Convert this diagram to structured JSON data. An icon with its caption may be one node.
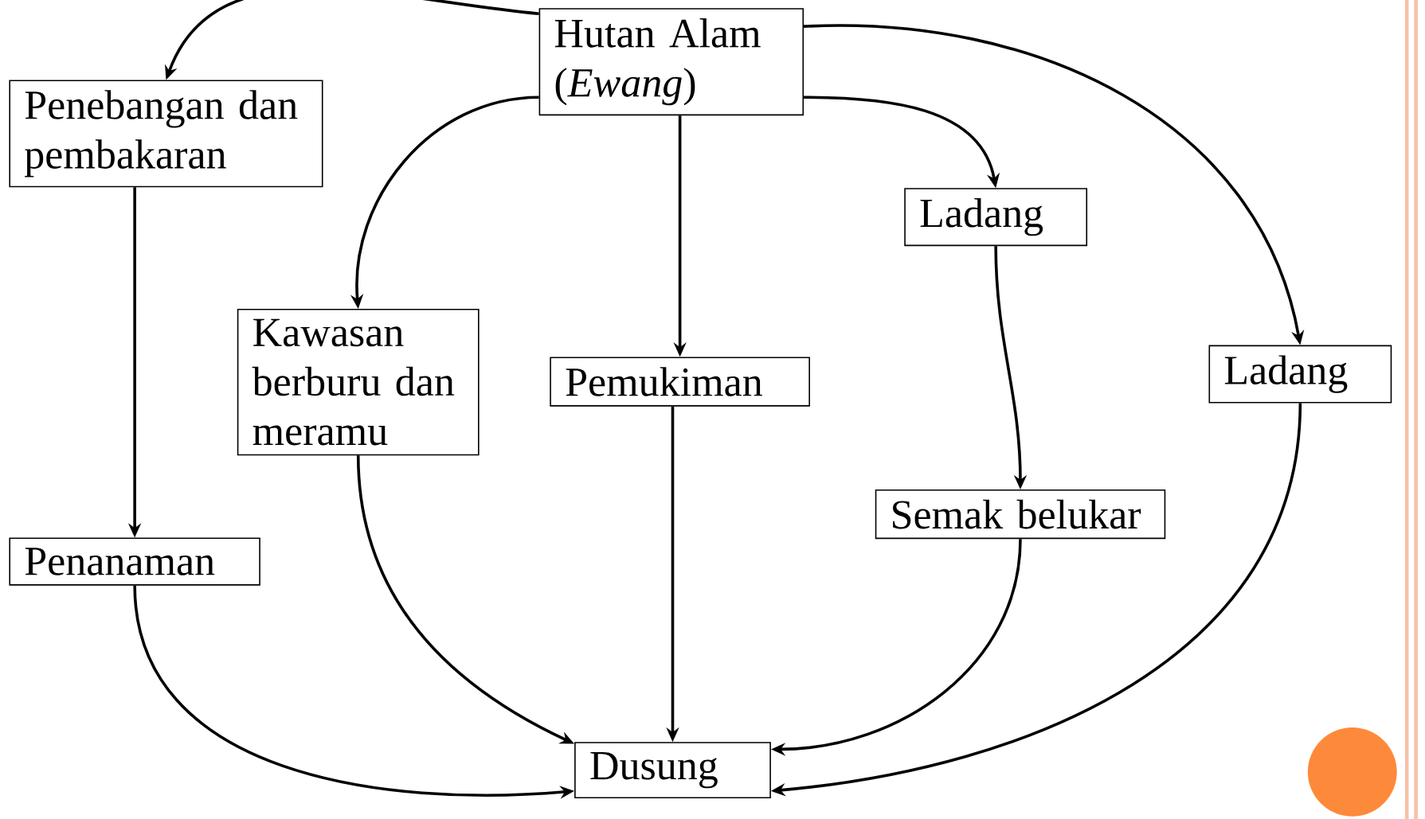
{
  "diagram": {
    "nodes": [
      {
        "text": [
          "Hutan Alam (*Ewang*)"
        ]
      },
      {
        "text": [
          "Penebangan dan pembakaran"
        ]
      },
      {
        "text": [
          "Kawasan berburu dan meramu"
        ]
      },
      {
        "text": [
          "Pemukiman"
        ]
      },
      {
        "text": [
          "Ladang"
        ]
      },
      {
        "text": [
          "Ladang"
        ]
      },
      {
        "text": [
          "Penanaman"
        ]
      },
      {
        "text": [
          "Semak belukar"
        ]
      },
      {
        "text": [
          "Dusung"
        ]
      },
      {
        "text": [],
        "shape": "circle"
      }
    ],
    "edges": [
      {
        "from": 0,
        "to": 1,
        "arrow": "to"
      },
      {
        "from": 0,
        "to": 2,
        "arrow": "to"
      },
      {
        "from": 0,
        "to": 3,
        "arrow": "to"
      },
      {
        "from": 0,
        "to": 4,
        "arrow": "to"
      },
      {
        "from": 0,
        "to": 5,
        "arrow": "to"
      },
      {
        "from": 1,
        "to": 6,
        "arrow": "to"
      },
      {
        "from": 2,
        "to": 8,
        "arrow": "to"
      },
      {
        "from": 3,
        "to": 8,
        "arrow": "to"
      },
      {
        "from": 4,
        "to": 7,
        "arrow": "to"
      },
      {
        "from": 5,
        "to": 8,
        "arrow": "to"
      },
      {
        "from": 6,
        "to": 8,
        "arrow": "to"
      },
      {
        "from": 7,
        "to": 8,
        "arrow": "to"
      }
    ]
  }
}
